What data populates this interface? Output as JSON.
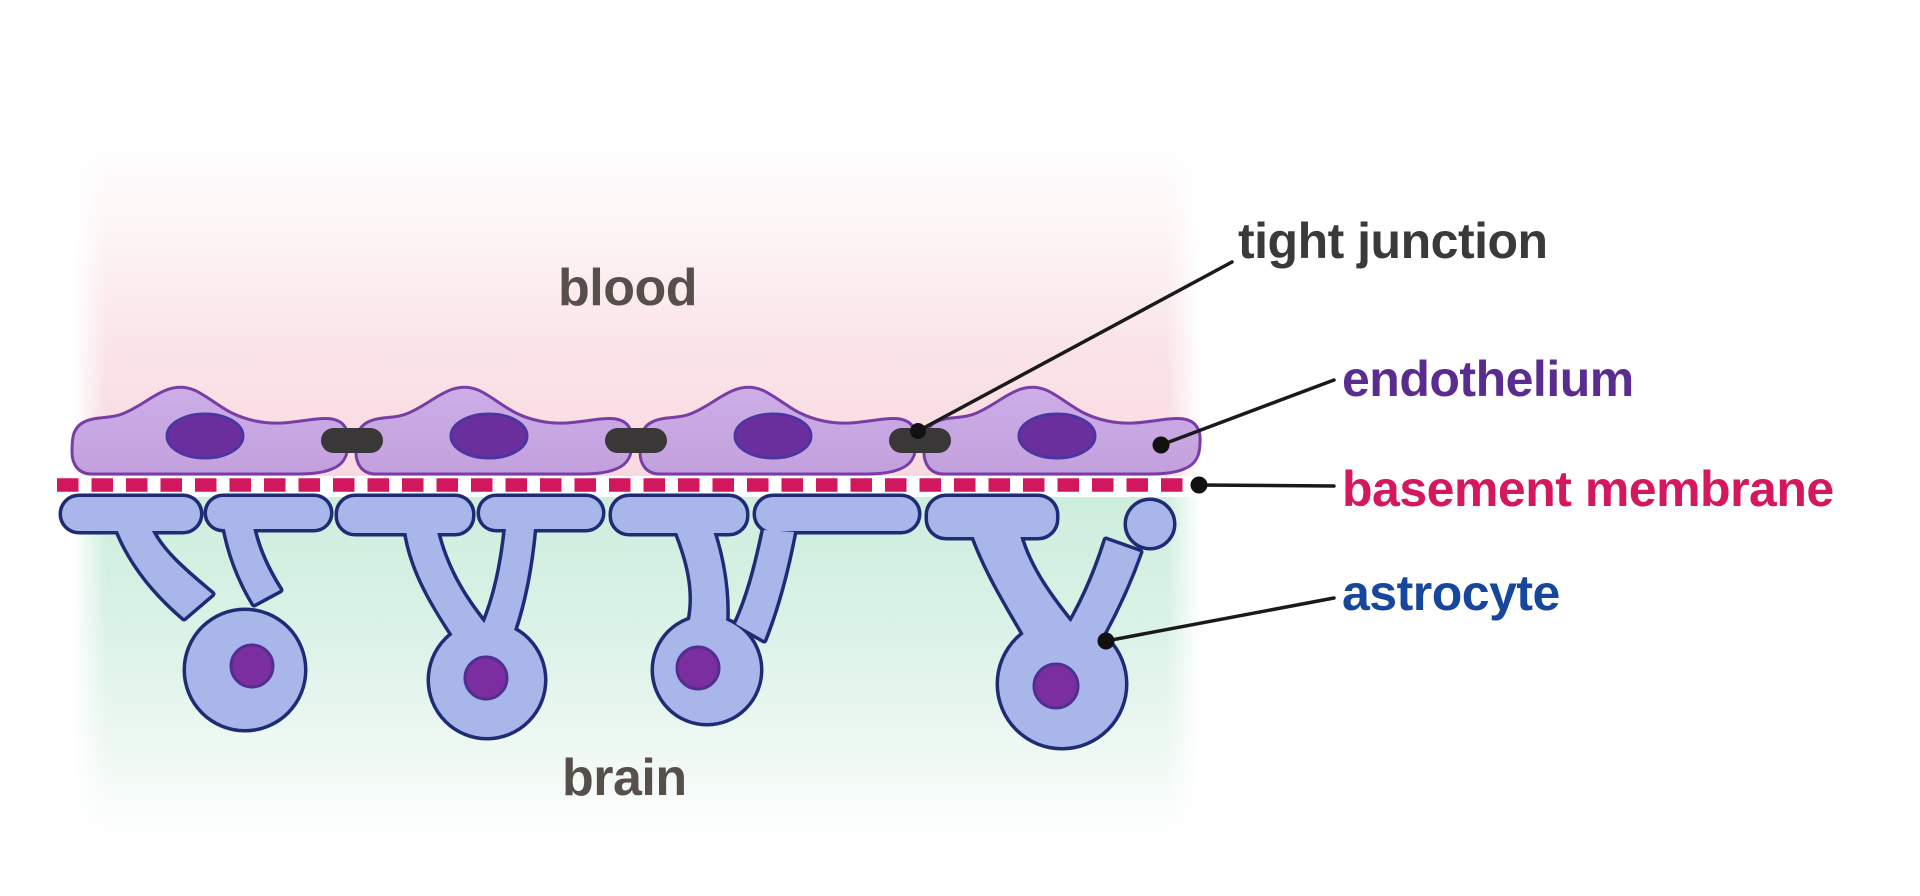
{
  "diagram": {
    "subject": "blood-brain barrier cross-section",
    "regions": {
      "blood": {
        "label": "blood",
        "color": "#57504a"
      },
      "brain": {
        "label": "brain",
        "color": "#57504a"
      }
    },
    "annotations": {
      "tight_junction": {
        "label": "tight junction",
        "color": "#3a3a3a"
      },
      "endothelium": {
        "label": "endothelium",
        "color": "#5b2c90"
      },
      "basement_membrane": {
        "label": "basement membrane",
        "color": "#d4175e"
      },
      "astrocyte": {
        "label": "astrocyte",
        "color": "#16479c"
      }
    },
    "structure_counts": {
      "endothelial_cells": 4,
      "tight_junctions": 3,
      "astrocytes": 4
    },
    "palette": {
      "endothelium_fill": "#c9a9e3",
      "endothelium_outline": "#7a3da6",
      "endothelial_nucleus": "#6b2f9d",
      "tight_junction_fill": "#3a3738",
      "basement_membrane": "#d2175e",
      "astrocyte_fill": "#a9b6e9",
      "astrocyte_outline": "#1f2b74",
      "astrocyte_nucleus": "#7b2f9f",
      "blood_background": "#f8d9df",
      "brain_background": "#cdeedd"
    }
  }
}
